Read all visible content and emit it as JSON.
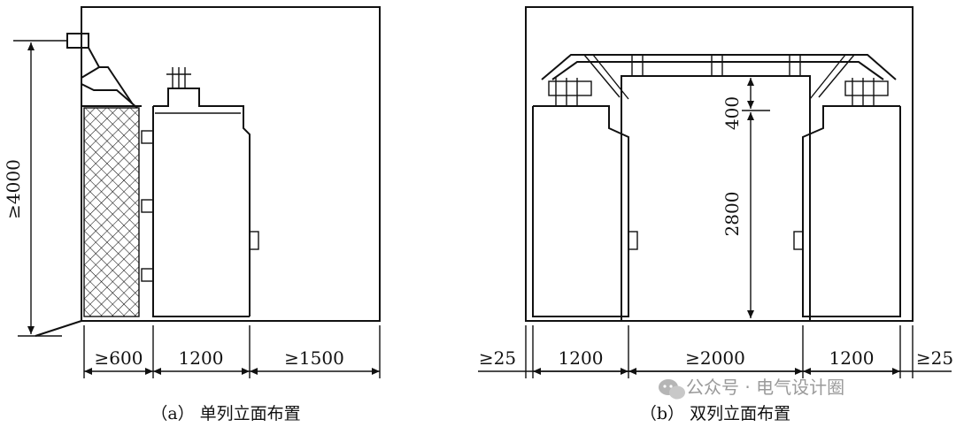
{
  "diagram_a": {
    "caption": "（a） 单列立面布置",
    "dim_height": "≥4000",
    "dim_left": "≥600",
    "dim_mid": "1200",
    "dim_right": "≥1500"
  },
  "diagram_b": {
    "caption": "（b） 双列立面布置",
    "dim_400": "400",
    "dim_2800": "2800",
    "dim_left_gap": "≥25",
    "dim_left_unit": "1200",
    "dim_center": "≥2000",
    "dim_right_unit": "1200",
    "dim_right_gap": "≥25"
  },
  "watermark": {
    "text": "公众号 · 电气设计圈",
    "icon": "wechat-icon"
  },
  "colors": {
    "line": "#111111",
    "watermark": "#9a9a9a"
  }
}
